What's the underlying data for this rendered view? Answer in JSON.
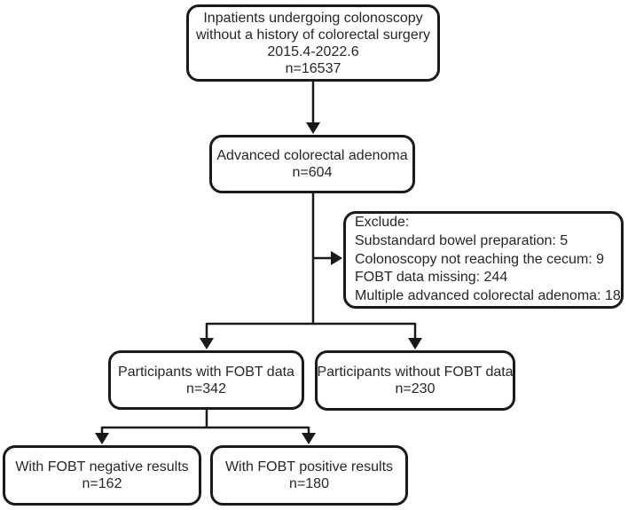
{
  "colors": {
    "line": "#1a1a1a",
    "border": "#1a1a1a",
    "text": "#262626",
    "background": "#ffffff"
  },
  "flowchart": {
    "inpatients": {
      "line1": "Inpatients undergoing colonoscopy",
      "line2": "without a history of colorectal surgery",
      "line3": "2015.4-2022.6",
      "n": "n=16537"
    },
    "adenoma": {
      "line1": "Advanced colorectal adenoma",
      "n": "n=604"
    },
    "exclude": {
      "title": "Exclude:",
      "item1": "Substandard bowel preparation: 5",
      "item2": "Colonoscopy not reaching the cecum: 9",
      "item3": "FOBT data missing: 244",
      "item4": "Multiple advanced colorectal adenoma: 18"
    },
    "with_fobt": {
      "line1": "Participants with FOBT data",
      "n": "n=342"
    },
    "without_fobt": {
      "line1": "Participants without FOBT data",
      "n": "n=230"
    },
    "fobt_negative": {
      "line1": "With FOBT negative results",
      "n": "n=162"
    },
    "fobt_positive": {
      "line1": "With FOBT positive results",
      "n": "n=180"
    }
  }
}
